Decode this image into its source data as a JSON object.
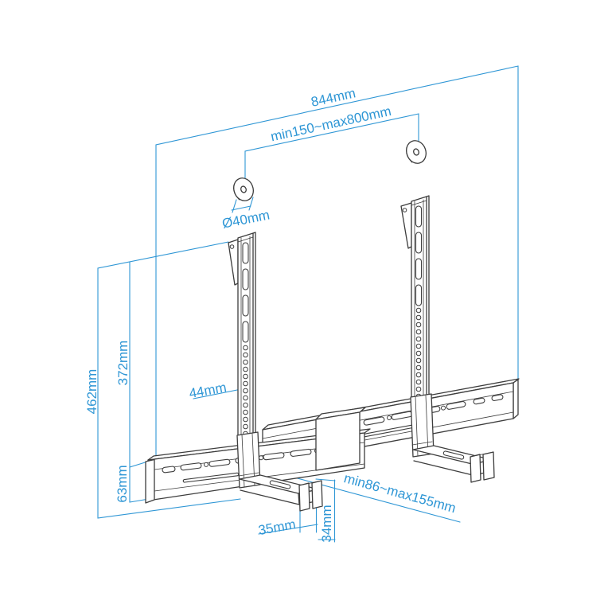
{
  "drawing": {
    "labels": {
      "total_width": "844mm",
      "mount_hole_span": "min150~max800mm",
      "spacer_diameter": "Ø40mm",
      "overall_height": "462mm",
      "upright_height": "372mm",
      "rail_height": "63mm",
      "upright_width": "44mm",
      "depth_range": "min86~max155mm",
      "lip_width": "35mm",
      "lip_height": "34mm"
    },
    "colors": {
      "dimension_blue": "#2E96D5",
      "linework": "#3D3D3D",
      "background": "#FFFFFF"
    }
  }
}
